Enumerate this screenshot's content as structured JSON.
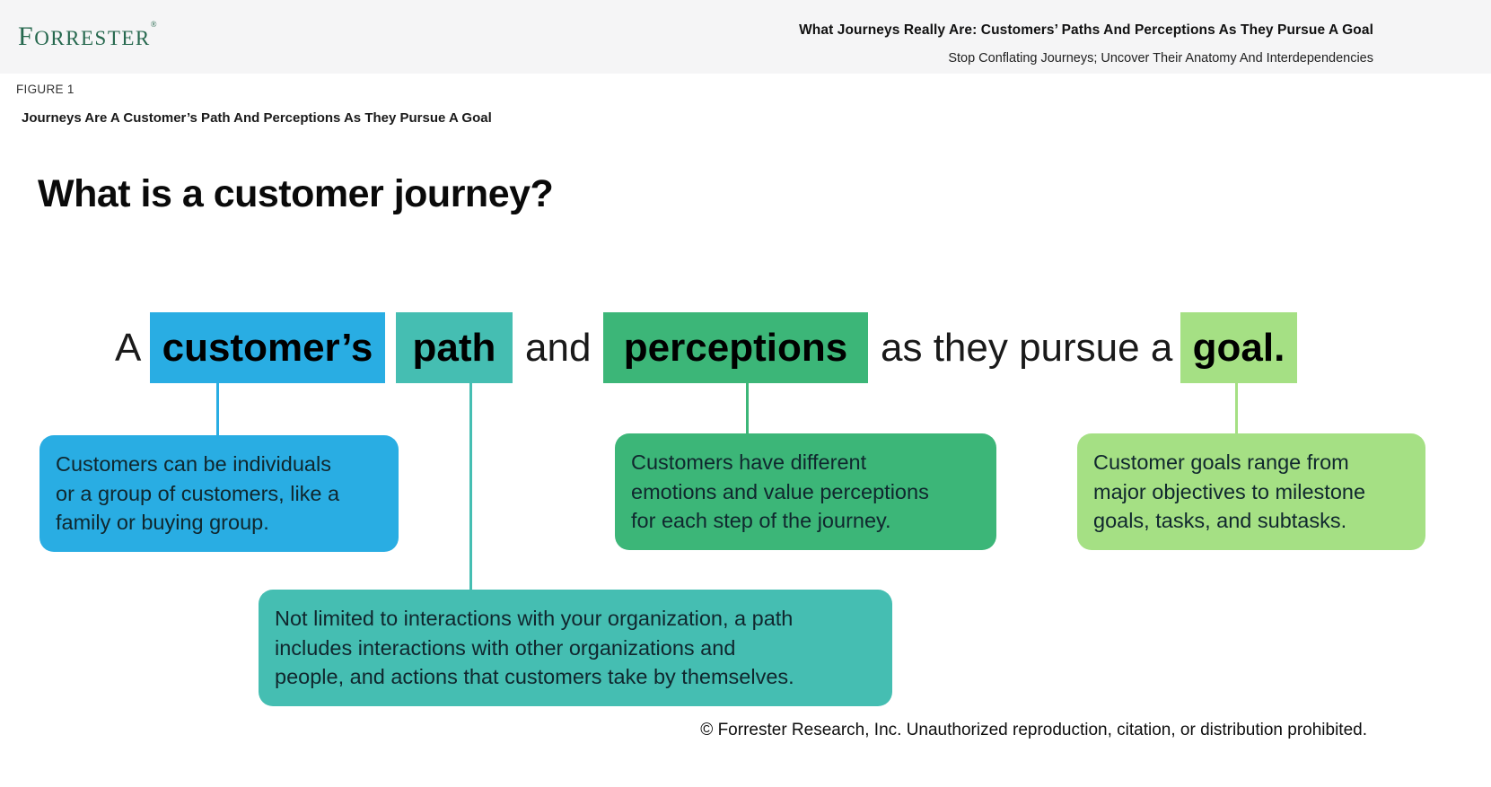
{
  "header": {
    "logo_text": "FORRESTER",
    "logo_registered": "®",
    "title": "What Journeys Really Are: Customers’ Paths And Perceptions As They Pursue A Goal",
    "subtitle": "Stop Conflating Journeys; Uncover Their Anatomy And Interdependencies"
  },
  "figure": {
    "label": "FIGURE 1",
    "caption": "Journeys Are A Customer’s Path And Perceptions As They Pursue A Goal"
  },
  "main": {
    "question": "What is a customer journey?",
    "sentence": {
      "word_a": "A",
      "hl_customers": "customer’s",
      "hl_path": "path",
      "word_and": "and",
      "hl_perceptions": "perceptions",
      "phrase_pursue": "as they pursue a",
      "hl_goal": "goal."
    },
    "callouts": [
      {
        "id": "customers",
        "color": "#29ade3",
        "lines": [
          "Customers can be individuals",
          "or a group of customers, like a",
          "family or buying group."
        ]
      },
      {
        "id": "path",
        "color": "#45beb2",
        "lines": [
          "Not limited to interactions with your organization, a path",
          "includes interactions with other organizations and",
          "people, and actions that customers take by themselves."
        ]
      },
      {
        "id": "perceptions",
        "color": "#3cb678",
        "lines": [
          "Customers have different",
          "emotions and value perceptions",
          "for each step of the journey."
        ]
      },
      {
        "id": "goal",
        "color": "#a5e084",
        "lines": [
          "Customer goals range from",
          "major objectives to milestone",
          "goals, tasks, and subtasks."
        ]
      }
    ]
  },
  "footer": {
    "copyright": "© Forrester Research, Inc. Unauthorized reproduction, citation, or distribution prohibited."
  },
  "colors": {
    "header_background": "#f5f5f6",
    "forrester_green": "#26684e",
    "highlight_blue": "#29ade3",
    "highlight_teal": "#45beb2",
    "highlight_green": "#3cb678",
    "highlight_light_green": "#a5e084"
  }
}
